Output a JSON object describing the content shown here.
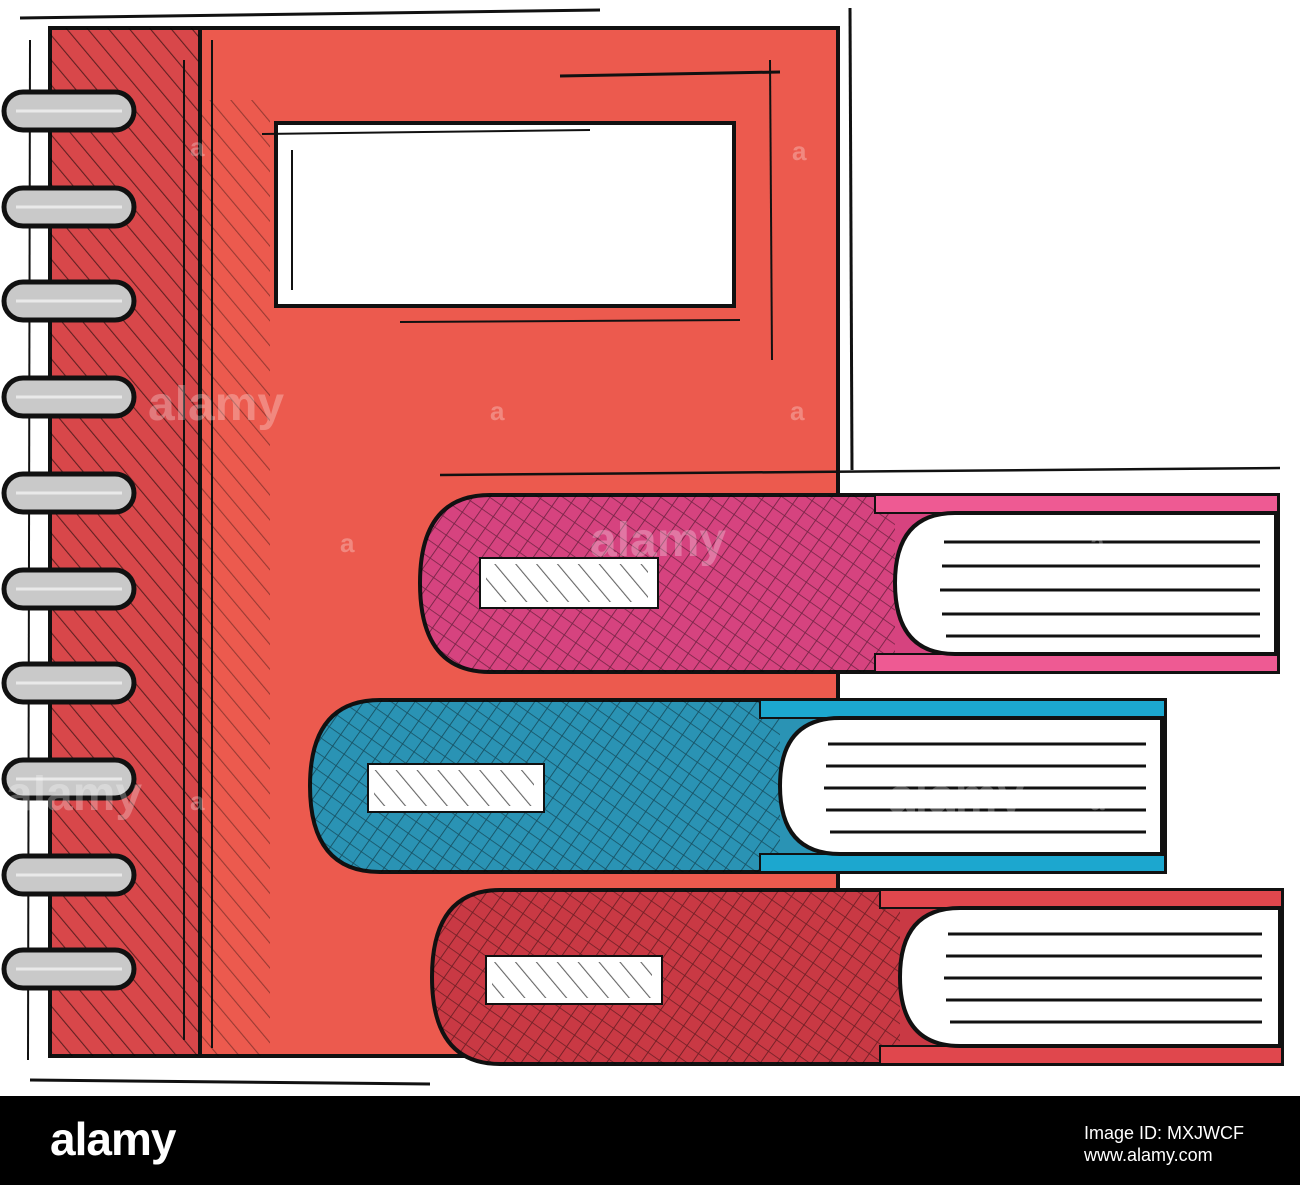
{
  "image": {
    "subject": "spiral notebook with a stack of three books",
    "colors": {
      "notebook": "#ec5a4e",
      "notebook_spine": "#d8474a",
      "book_top": "#d6437f",
      "book_top_band": "#ee5a93",
      "book_middle": "#2a93b4",
      "book_middle_band": "#1ca7cf",
      "book_bottom": "#c93944",
      "book_bottom_band": "#e0474d",
      "ring": "#c9c9c9",
      "ink": "#111111"
    }
  },
  "watermark": {
    "text": "alamy",
    "marks": [
      "a",
      "a",
      "a",
      "a",
      "a",
      "a",
      "a",
      "a",
      "a"
    ]
  },
  "footer": {
    "logo": "alamy",
    "image_id": "Image ID: MXJWCF",
    "site": "www.alamy.com"
  }
}
